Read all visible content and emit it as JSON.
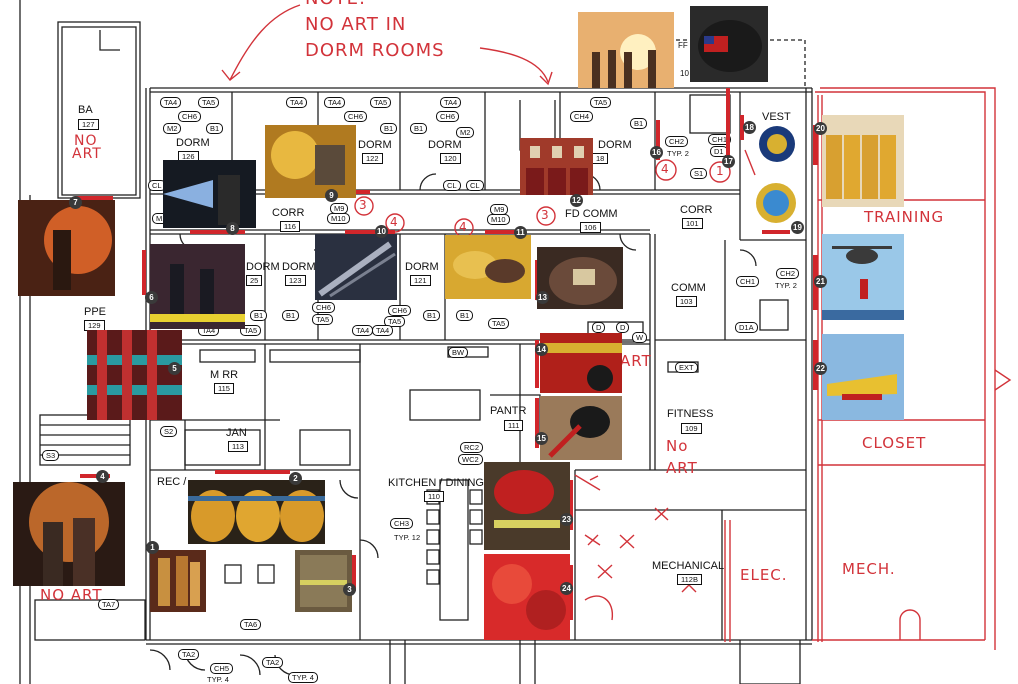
{
  "rooms": [
    {
      "id": "ba",
      "name": "BA",
      "number": "127"
    },
    {
      "id": "dorm-126",
      "name": "DORM",
      "number": "126"
    },
    {
      "id": "dorm-122",
      "name": "DORM",
      "number": "122"
    },
    {
      "id": "dorm-120",
      "name": "DORM",
      "number": "120"
    },
    {
      "id": "dorm-118",
      "name": "DORM",
      "number": "18"
    },
    {
      "id": "vest",
      "name": "VEST",
      "number": ""
    },
    {
      "id": "corr-116",
      "name": "CORR",
      "number": "116"
    },
    {
      "id": "fd-comm",
      "name": "FD COMM",
      "number": "106"
    },
    {
      "id": "corr-101",
      "name": "CORR",
      "number": "101"
    },
    {
      "id": "dorm-125",
      "name": "DORM",
      "number": "25"
    },
    {
      "id": "dorm-123",
      "name": "DORM",
      "number": "123"
    },
    {
      "id": "dorm-121",
      "name": "DORM",
      "number": "121"
    },
    {
      "id": "comm",
      "name": "COMM",
      "number": "103"
    },
    {
      "id": "ppe",
      "name": "PPE",
      "number": "129"
    },
    {
      "id": "mrr",
      "name": "M RR",
      "number": "115"
    },
    {
      "id": "jan",
      "name": "JAN",
      "number": "113"
    },
    {
      "id": "pantry",
      "name": "PANTR",
      "number": "111"
    },
    {
      "id": "fitness",
      "name": "FITNESS",
      "number": "109"
    },
    {
      "id": "rec",
      "name": "REC /",
      "number": ""
    },
    {
      "id": "kitchen",
      "name": "KITCHEN / DINING",
      "number": "110"
    },
    {
      "id": "mechanical",
      "name": "MECHANICAL",
      "number": "112B"
    }
  ],
  "tags": {
    "ta4": "TA4",
    "ta5": "TA5",
    "ta6": "TA6",
    "ta7": "TA7",
    "ta2": "TA2",
    "ch6": "CH6",
    "ch5": "CH5",
    "ch3": "CH3",
    "ch4": "CH4",
    "ch2": "CH2",
    "ch1": "CH1",
    "m2": "M2",
    "m9": "M9",
    "m10": "M10",
    "b1": "B1",
    "cl": "CL",
    "s1": "S1",
    "s2": "S2",
    "s3": "S3",
    "d1": "D1",
    "d1a": "D1A",
    "rc2": "RC2",
    "wc2": "WC2",
    "bw": "BW",
    "ext": "EXT",
    "w": "W",
    "d": "D",
    "typ12": "TYP. 12",
    "typ4": "TYP. 4",
    "typ2": "TYP. 2",
    "ff": "FF",
    "num10": "10"
  },
  "notes": {
    "note_head": "NOTE:",
    "note_line1": "NO ART IN",
    "note_line2": "DORM ROOMS",
    "no_art_ba_1": "NO",
    "no_art_ba_2": "ART",
    "no_art_fitness_1": "No",
    "no_art_fitness_2": "ART",
    "no_art_bottom": "NO ART",
    "training": "TRAINING",
    "closet": "CLOSET",
    "elec": "ELEC.",
    "mech": "MECH.",
    "art_partial": "ART",
    "circled_3a": "3",
    "circled_4a": "4",
    "circled_4b": "4",
    "circled_3b": "3",
    "circled_4c": "4",
    "circled_1": "1"
  },
  "artworks": [
    {
      "n": "1",
      "subject": "brass nozzle"
    },
    {
      "n": "2",
      "subject": "yellow helmets"
    },
    {
      "n": "3",
      "subject": "turnout coat"
    },
    {
      "n": "4",
      "subject": "firefighters in smoke"
    },
    {
      "n": "5",
      "subject": "hose rack"
    },
    {
      "n": "6",
      "subject": "firefighters at scene"
    },
    {
      "n": "7",
      "subject": "firefighter in flames"
    },
    {
      "n": "8",
      "subject": "hose spray"
    },
    {
      "n": "9",
      "subject": "hose and gloves"
    },
    {
      "n": "10",
      "subject": "aerial ladder"
    },
    {
      "n": "11",
      "subject": "gloves on hose"
    },
    {
      "n": "12",
      "subject": "brick fire station"
    },
    {
      "n": "13",
      "subject": "E23 helmet"
    },
    {
      "n": "14",
      "subject": "Engine 1"
    },
    {
      "n": "15",
      "subject": "helmet and axe"
    },
    {
      "n": "16",
      "subject": "crew at sunset"
    },
    {
      "n": "17",
      "subject": "flag helmet"
    },
    {
      "n": "18",
      "subject": "department patch"
    },
    {
      "n": "19",
      "subject": "badge emblem"
    },
    {
      "n": "20",
      "subject": "turnout row"
    },
    {
      "n": "21",
      "subject": "helicopter rescue"
    },
    {
      "n": "22",
      "subject": "water bomber"
    },
    {
      "n": "23",
      "subject": "red helmet and gear"
    },
    {
      "n": "24",
      "subject": "rolled hoses"
    }
  ],
  "colors": {
    "markup": "#d2333a",
    "plan_line": "#222222",
    "badge": "#3a3a3a"
  }
}
